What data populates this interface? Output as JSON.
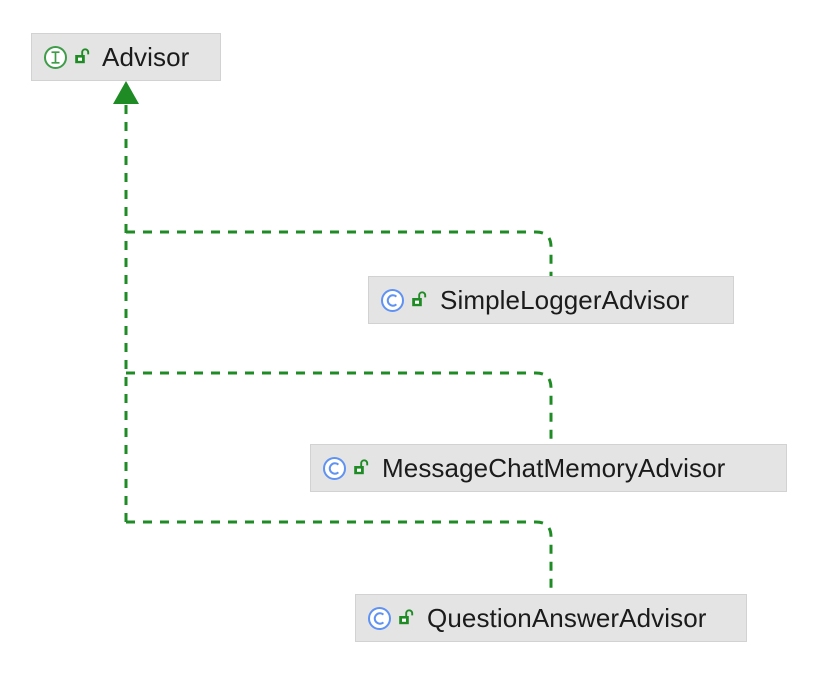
{
  "diagram": {
    "type": "uml-class-hierarchy",
    "background_color": "#ffffff",
    "node_fill_color": "#e4e4e4",
    "node_border_color": "#d2d2d2",
    "edge_color": "#1f8b24",
    "interface_icon_color": "#3f9c48",
    "class_icon_color": "#5f92f2",
    "lock_icon_color": "#1f8b24",
    "nodes": [
      {
        "id": "advisor",
        "label": "Advisor",
        "stereotype": "interface",
        "stereotype_glyph": "I",
        "visibility": "public",
        "visibility_glyph": "open-padlock"
      },
      {
        "id": "simplelogger",
        "label": "SimpleLoggerAdvisor",
        "stereotype": "class",
        "stereotype_glyph": "C",
        "visibility": "public",
        "visibility_glyph": "open-padlock"
      },
      {
        "id": "messagechat",
        "label": "MessageChatMemoryAdvisor",
        "stereotype": "class",
        "stereotype_glyph": "C",
        "visibility": "public",
        "visibility_glyph": "open-padlock"
      },
      {
        "id": "questionanswer",
        "label": "QuestionAnswerAdvisor",
        "stereotype": "class",
        "stereotype_glyph": "C",
        "visibility": "public",
        "visibility_glyph": "open-padlock"
      }
    ],
    "edges": [
      {
        "from": "simplelogger",
        "to": "advisor",
        "style": "dashed",
        "arrow": "solid-triangle",
        "relation": "realization"
      },
      {
        "from": "messagechat",
        "to": "advisor",
        "style": "dashed",
        "arrow": "solid-triangle",
        "relation": "realization"
      },
      {
        "from": "questionanswer",
        "to": "advisor",
        "style": "dashed",
        "arrow": "solid-triangle",
        "relation": "realization"
      }
    ]
  }
}
